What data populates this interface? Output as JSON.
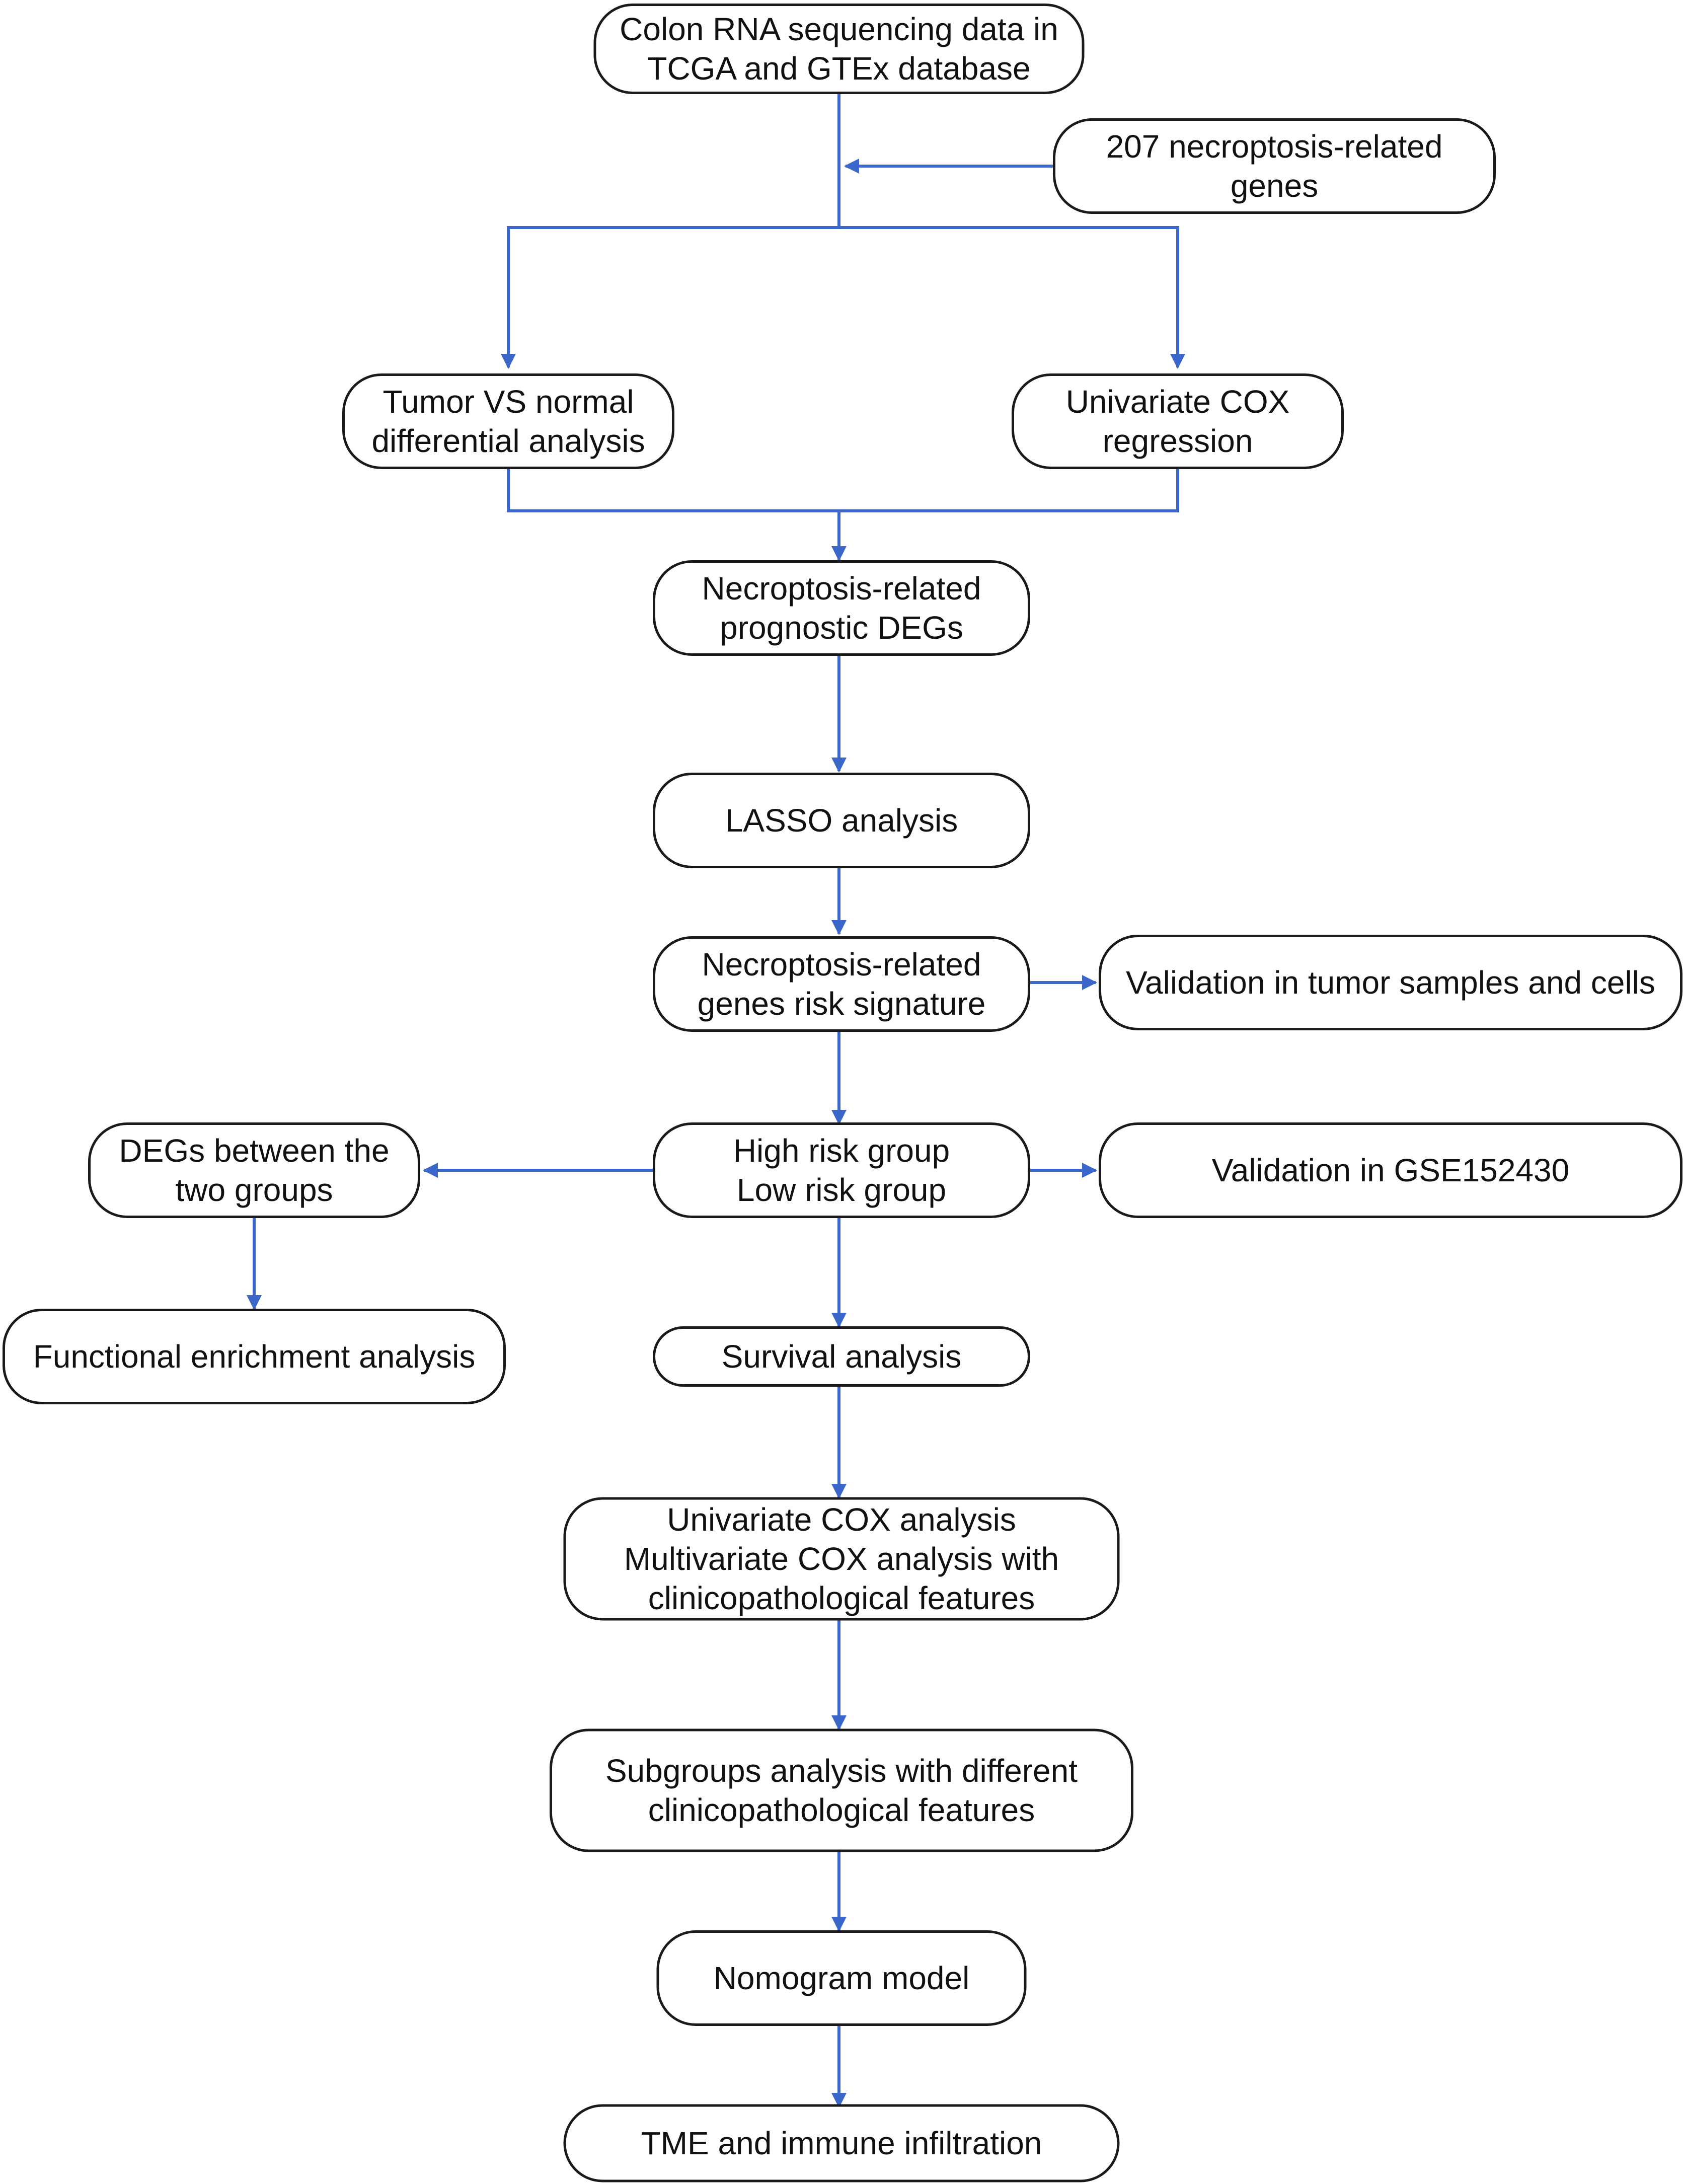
{
  "diagram": {
    "arrow_color": "#3a67c9",
    "nodes": {
      "colon_rna": [
        "Colon RNA sequencing data in",
        "TCGA and GTEx database"
      ],
      "genes_207": [
        "207 necroptosis-related",
        "genes"
      ],
      "tumor_vs_normal": [
        "Tumor VS normal",
        "differential analysis"
      ],
      "univariate_cox_regression": [
        "Univariate COX",
        "regression"
      ],
      "prognostic_degs": [
        "Necroptosis-related",
        "prognostic DEGs"
      ],
      "lasso": [
        "LASSO analysis"
      ],
      "risk_signature": [
        "Necroptosis-related",
        "genes risk signature"
      ],
      "validation_tumor": [
        "Validation in tumor samples and cells"
      ],
      "risk_groups": [
        "High risk group",
        "Low risk group"
      ],
      "validation_gse": [
        "Validation in GSE152430"
      ],
      "degs_between": [
        "DEGs between the",
        "two groups"
      ],
      "functional_enrichment": [
        "Functional enrichment analysis"
      ],
      "survival": [
        "Survival  analysis"
      ],
      "cox_analysis": [
        "Univariate COX analysis",
        "Multivariate COX analysis with",
        "clinicopathological features"
      ],
      "subgroups": [
        "Subgroups analysis with different",
        "clinicopathological features"
      ],
      "nomogram": [
        "Nomogram model"
      ],
      "tme": [
        "TME and immune infiltration"
      ]
    }
  }
}
